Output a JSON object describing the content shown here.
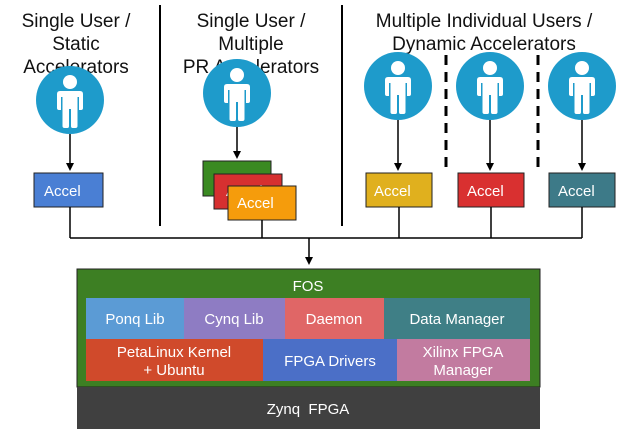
{
  "headers": [
    {
      "line1": "Single User / Static",
      "line2": "Accelerators"
    },
    {
      "line1": "Single User / Multiple",
      "line2": "PR Accelerators"
    },
    {
      "line1": "Multiple Individual Users /",
      "line2": "Dynamic Accelerators"
    }
  ],
  "user_icon": "person-icon",
  "accel_label": "Accel",
  "accel_colors": {
    "static": "#4a7fd4",
    "pr_green": "#3a8a22",
    "pr_red": "#d63030",
    "pr_orange": "#f59c0c",
    "user_yellow": "#e0b01e",
    "user_red": "#d93030",
    "user_teal": "#3d7a88"
  },
  "fos": {
    "title": "FOS",
    "color": "#3d7f23",
    "blocks": {
      "pynq_lib": "Ponq Lib",
      "cynq_lib": "Cynq Lib",
      "daemon": "Daemon",
      "data_manager": "Data Manager",
      "kernel_line1": "PetaLinux Kernel",
      "kernel_line2": "+ Ubuntu",
      "fpga_drivers": "FPGA Drivers",
      "fpga_mgr_line1": "Xilinx FPGA",
      "fpga_mgr_line2": "Manager"
    },
    "block_colors": {
      "pynq_lib": "#5b9bd5",
      "cynq_lib": "#8e7cc3",
      "daemon": "#e06666",
      "data_manager": "#3f7f86",
      "kernel": "#d04a2b",
      "fpga_drivers": "#4b6fc7",
      "fpga_mgr": "#c27ba0"
    }
  },
  "zynq": {
    "label": "Zynq  FPGA",
    "color": "#404040"
  }
}
